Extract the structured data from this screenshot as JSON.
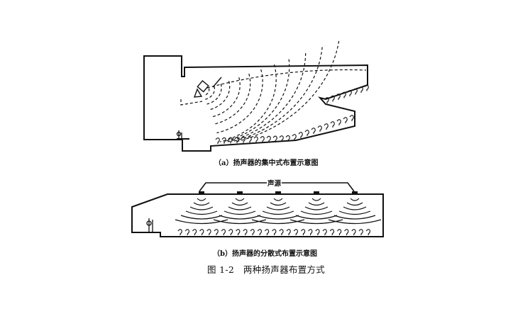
{
  "figure": {
    "caption_a": "（a）扬声器的集中式布置示意图",
    "caption_b": "（b）扬声器的分散式布置示意图",
    "caption_main": "图 1-2　两种扬声器布置方式",
    "source_label": "声源",
    "line_color": "#111111",
    "speaker_count_b": 5
  }
}
